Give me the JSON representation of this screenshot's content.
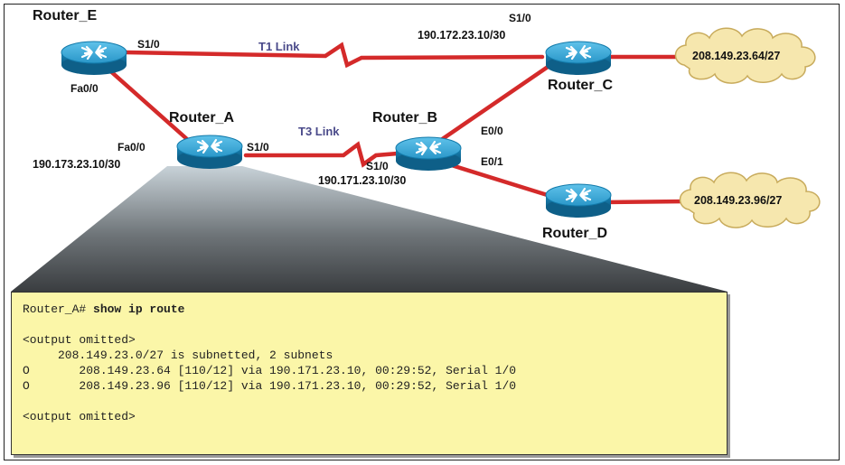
{
  "routers": {
    "router_e": "Router_E",
    "router_a": "Router_A",
    "router_b": "Router_B",
    "router_c": "Router_C",
    "router_d": "Router_D"
  },
  "ports": {
    "e_s10": "S1/0",
    "e_fa00": "Fa0/0",
    "a_fa00": "Fa0/0",
    "a_s10": "S1/0",
    "b_s10": "S1/0",
    "b_e00": "E0/0",
    "b_e01": "E0/1",
    "c_s10": "S1/0"
  },
  "addresses": {
    "a_fa00_ip": "190.173.23.10/30",
    "b_s10_ip": "190.171.23.10/30",
    "c_s10_ip": "190.172.23.10/30"
  },
  "links": {
    "t1": "T1 Link",
    "t3": "T3 Link"
  },
  "networks": {
    "net_c": "208.149.23.64/27",
    "net_d": "208.149.23.96/27"
  },
  "cli": {
    "prompt": "Router_A# ",
    "command": "show ip route",
    "omitted_1": "<output omitted>",
    "subnet_line": "     208.149.23.0/27 is subnetted, 2 subnets",
    "route_1": "O       208.149.23.64 [110/12] via 190.171.23.10, 00:29:52, Serial 1/0",
    "route_2": "O       208.149.23.96 [110/12] via 190.171.23.10, 00:29:52, Serial 1/0",
    "omitted_2": "<output omitted>"
  },
  "colors": {
    "link_line": "#d42a2a",
    "router_body": "#1d8cc0",
    "cloud_fill": "#f6e7ae",
    "cli_bg": "#fbf6a8"
  },
  "icons": {
    "router": "router-icon",
    "cloud": "cloud-icon"
  }
}
